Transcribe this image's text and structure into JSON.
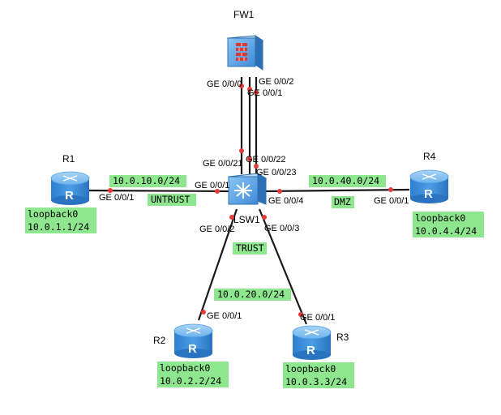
{
  "devices": {
    "fw1": "FW1",
    "lsw1": "LSW1",
    "r1": "R1",
    "r2": "R2",
    "r3": "R3",
    "r4": "R4"
  },
  "ports": {
    "fw_g000": "GE 0/0/0",
    "fw_g001": "GE 0/0/1",
    "fw_g002": "GE 0/0/2",
    "sw_g021": "GE 0/0/21",
    "sw_g022": "GE 0/0/22",
    "sw_g023": "GE 0/0/23",
    "sw_g001": "GE 0/0/1",
    "sw_g002": "GE 0/0/2",
    "sw_g003": "GE 0/0/3",
    "sw_g004": "GE 0/0/4",
    "r1_g001": "GE 0/0/1",
    "r2_g001": "GE 0/0/1",
    "r3_g001": "GE 0/0/1",
    "r4_g001": "GE 0/0/1"
  },
  "subnets": {
    "s10": "10.0.10.0/24",
    "s20": "10.0.20.0/24",
    "s40": "10.0.40.0/24"
  },
  "zones": {
    "untrust": "UNTRUST",
    "trust": "TRUST",
    "dmz": "DMZ"
  },
  "loopbacks": {
    "r1": {
      "name": "loopback0",
      "ip": "10.0.1.1/24"
    },
    "r2": {
      "name": "loopback0",
      "ip": "10.0.2.2/24"
    },
    "r3": {
      "name": "loopback0",
      "ip": "10.0.3.3/24"
    },
    "r4": {
      "name": "loopback0",
      "ip": "10.0.4.4/24"
    }
  },
  "colors": {
    "label_bg": "#8ee68e",
    "port_dot": "#e83a3a",
    "device_blue": "#3f8fd8",
    "link": "#1a1a1a"
  }
}
